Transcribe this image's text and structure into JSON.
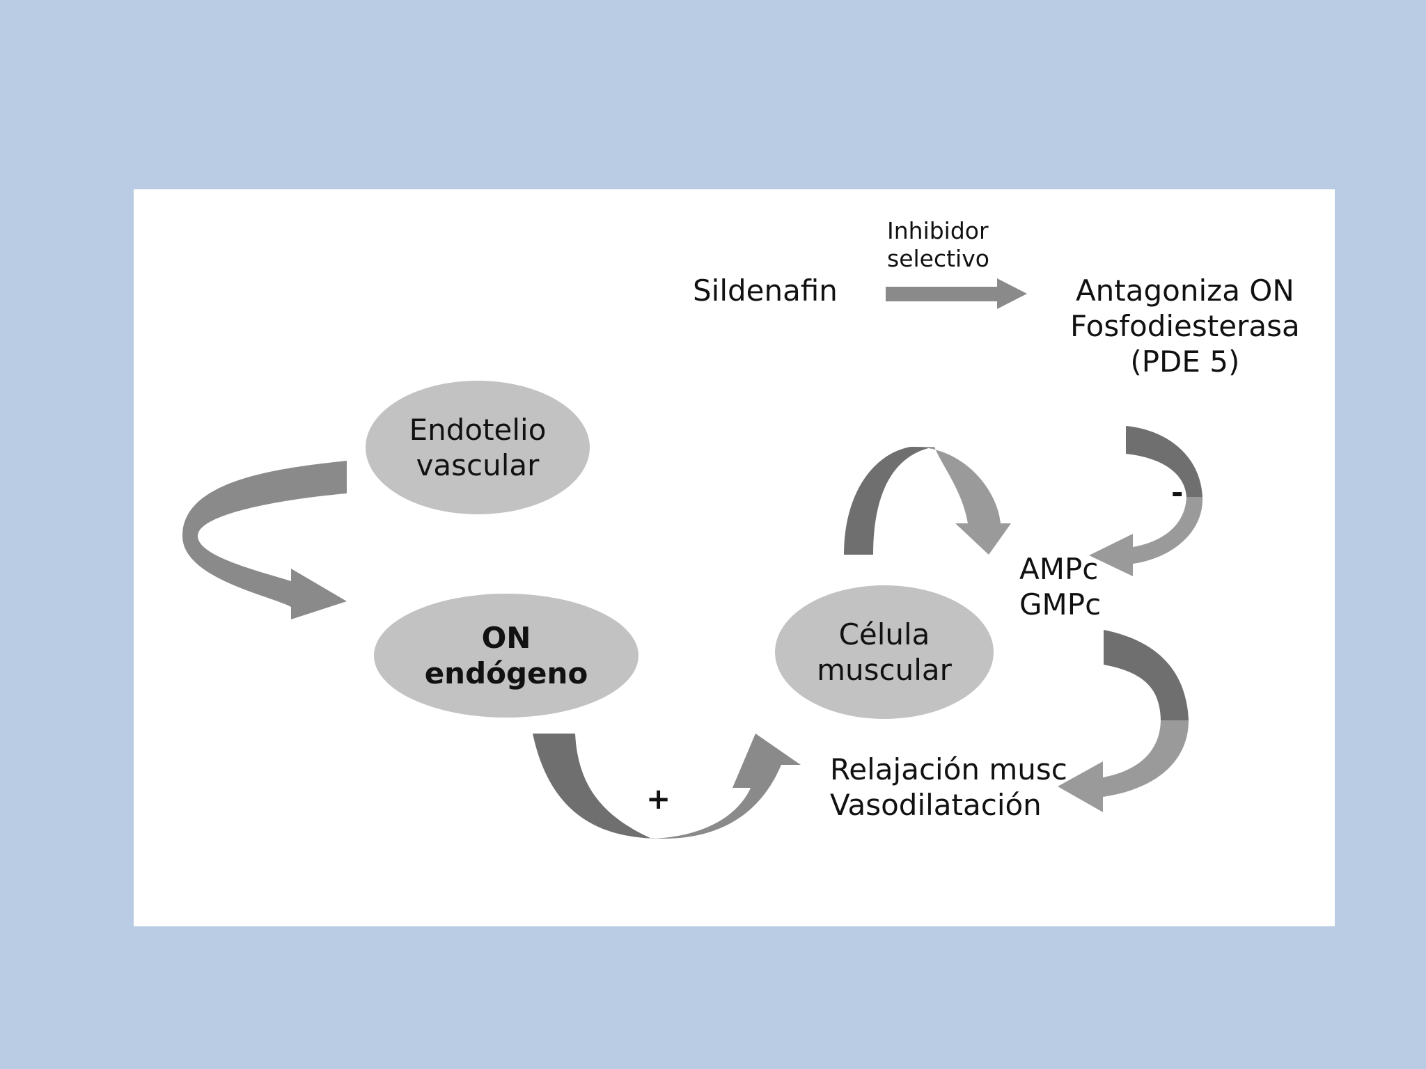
{
  "colors": {
    "background": "#b9cce3",
    "panel": "#ffffff",
    "ellipse_fill": "#c2c2c2",
    "arrow_dark": "#6f6f6f",
    "arrow_mid": "#8a8a8a",
    "arrow_light": "#9a9a9a",
    "text": "#111111"
  },
  "nodes": {
    "endotelio": {
      "line1": "Endotelio",
      "line2": "vascular"
    },
    "on_endogeno": {
      "line1": "ON",
      "line2": "endógeno"
    },
    "celula": {
      "line1": "Célula",
      "line2": "muscular"
    }
  },
  "labels": {
    "sildenafin": "Sildenafin",
    "inhibidor_line1": "Inhibidor",
    "inhibidor_line2": "selectivo",
    "antagoniza_line1": "Antagoniza ON",
    "antagoniza_line2": "Fosfodiesterasa",
    "antagoniza_line3": "(PDE 5)",
    "ampc": "AMPc",
    "gmpc": "GMPc",
    "relajacion_line1": "Relajación musc",
    "relajacion_line2": "Vasodilatación",
    "plus_sign": "+",
    "minus_sign": "-"
  }
}
